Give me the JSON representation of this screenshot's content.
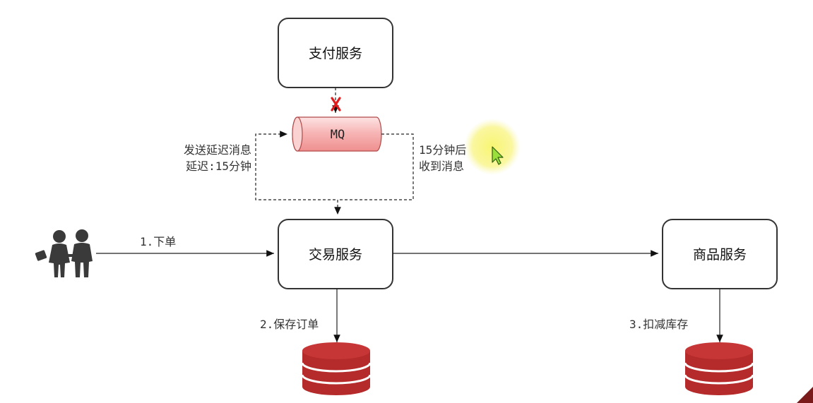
{
  "nodes": {
    "payment_service": "支付服务",
    "trade_service": "交易服务",
    "product_service": "商品服务",
    "mq": "MQ"
  },
  "edges": {
    "place_order": "1.下单",
    "save_order": "2.保存订单",
    "deduct_stock": "3.扣减库存",
    "send_delay_line1": "发送延迟消息",
    "send_delay_line2": "延迟:15分钟",
    "receive_line1": "15分钟后",
    "receive_line2": "收到消息"
  },
  "icons": {
    "users": "users-icon",
    "database_trade": "database-icon",
    "database_product": "database-icon",
    "blocked": "red-x-icon",
    "cursor": "cursor-arrow-icon"
  },
  "colors": {
    "mq_fill_start": "#f6b7b7",
    "mq_fill_end": "#f08f8f",
    "database": "#b52a2a",
    "blocked_mark": "#e01c1c",
    "cursor_highlight": "#f5f28a",
    "node_border": "#333333"
  }
}
